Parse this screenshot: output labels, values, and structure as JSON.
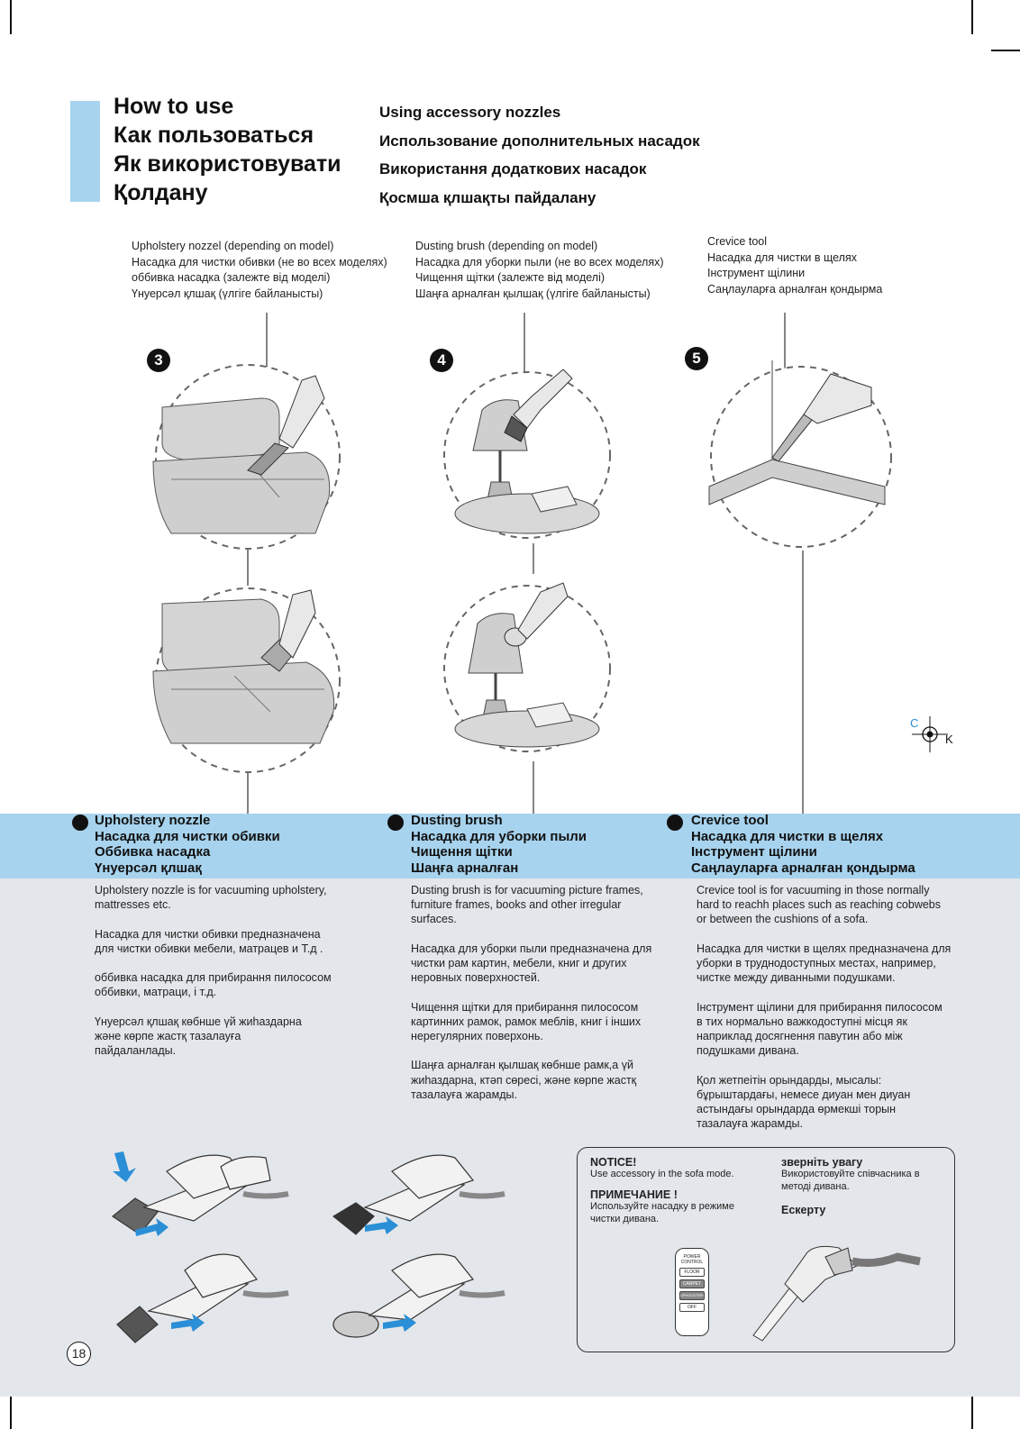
{
  "header": {
    "titles_left": [
      "How to use",
      "Как пользоваться",
      "Як використовувати",
      "Қолдану"
    ],
    "titles_right": [
      "Using accessory nozzles",
      "Использование дополнительных насадок",
      "Використання додаткових насадок",
      "Қосмша қлшақты пайдалану"
    ]
  },
  "captions": {
    "upholstery": [
      "Upholstery nozzel (depending on model)",
      "Насадка для чистки обивки (не во всех моделях)",
      "оббивка насадка (залежте від моделі)",
      "Үнуерсəл қлшақ (үлгіге байланысты)"
    ],
    "dusting": [
      "Dusting brush (depending on model)",
      "Насадка для уборки пыли (не во всех моделях)",
      "Чищення щітки (залежте від моделі)",
      "Шаңға арналған қылшақ (үлгіге байланысты)"
    ],
    "crevice": [
      "Crevice tool",
      "Насадка для чистки в щелях",
      "Інструмент щілини",
      "Саңлауларға арналған қондырма"
    ]
  },
  "steps": [
    "3",
    "4",
    "5"
  ],
  "registration": {
    "c": "C",
    "k": "K"
  },
  "sections": [
    {
      "heading": [
        "Upholstery nozzle",
        "Насадка для чистки обивки",
        "Оббивка насадка",
        "Үнуерсəл қлшақ"
      ],
      "paragraphs": [
        "Upholstery nozzle is for vacuuming upholstery,\nmattresses etc.",
        "Насадка для чистки обивки предназначена\nдля чистки обивки мебели, матрацев и Т.д .",
        "оббивка насадка для прибирання пилососом\nоббивки, матраци, і т.д.",
        "Үнуерсəл қлшақ көбнше үй жиһаздарна\nжəне көрпе жастқ тазалауға\nпайдаланлады."
      ]
    },
    {
      "heading": [
        "Dusting brush",
        "Насадка для уборки пыли",
        "Чищення щітки",
        "Шаңға арналған"
      ],
      "paragraphs": [
        "Dusting brush is for vacuuming picture frames,\nfurniture frames, books and other irregular\nsurfaces.",
        "Насадка для уборки пыли предназначена для\nчистки рам картин, мебели, книг и других\nнеровных поверхностей.",
        "Чищення щітки для прибирання пилососом\nкартинних рамок, рамок меблів, книг і інших\nнерегулярних поверхонь.",
        "Шаңға арналған қылшақ көбнше рамк,а үй\nжиһаздарна, ктəп сөресі, жəне көрпе жастқ\nтазалауға жарамды."
      ]
    },
    {
      "heading": [
        "Crevice tool",
        "Насадка для чистки в щелях",
        "Інструмент щілини",
        "Саңлауларға арналған қондырма"
      ],
      "paragraphs": [
        "Crevice tool is for vacuuming in those normally\nhard to reachh places such as reaching cobwebs\nor between the cushions of a sofa.",
        "Насадка для чистки в щелях предназначена для\nуборки в труднодоступных местах, например,\nчистке между диванными подушками.",
        "Інструмент щілини для прибирання пилососом\nв тих нормально важкодоступні місця як\nнаприклад досягнення павутин або між\nподушками дивана.",
        "Қол жетпеітін орындарды, мысалы:\nбұрыштардағы, немесе диуан мен диуан\nастындағы орындарда өрмекші торын\nтазалауға жарамды."
      ]
    }
  ],
  "notice": {
    "en_title": "NOTICE!",
    "en_text": "Use accessory in the sofa mode.",
    "ru_title": "ПРИМЕЧАНИЕ !",
    "ru_text": "Используйте насадку в режиме\nчистки дивана.",
    "uk_title": "зверніть увагу",
    "uk_text": "Використовуйте співчасника в\nметоді дивана.",
    "kz_title": "Ескерту",
    "remote": {
      "header": "POWER\nCONTROL",
      "buttons": [
        "FLOOR",
        "CARPET",
        "UPHOLSTERY",
        "OFF"
      ]
    }
  },
  "page_number": "18",
  "colors": {
    "accent_blue": "#a7d3ee",
    "grey_area": "#e3e6ea",
    "ink": "#111111",
    "arrow_blue": "#2a8fd6"
  }
}
